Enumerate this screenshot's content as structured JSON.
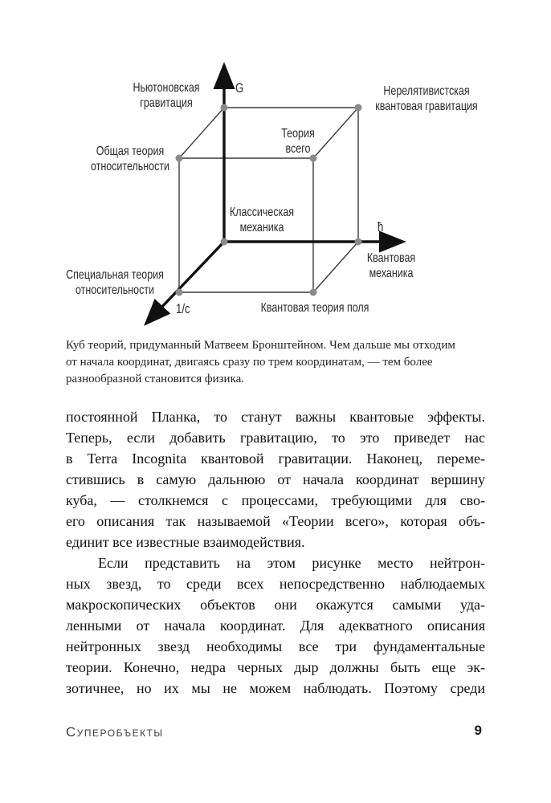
{
  "figure": {
    "axis_labels": {
      "g": "G",
      "hbar": "ħ",
      "inv_c": "1/c"
    },
    "vertex_labels": {
      "newton": {
        "line1": "Ньютоновская",
        "line2": "гравитация"
      },
      "nonrel_qg": {
        "line1": "Нерелятивистская",
        "line2": "квантовая гравитация"
      },
      "general_relativity": {
        "line1": "Общая теория",
        "line2": "относительности"
      },
      "theory_of_everything": {
        "line1": "Теория",
        "line2": "всего"
      },
      "classical_mechanics": {
        "line1": "Классическая",
        "line2": "механика"
      },
      "quantum_mechanics": {
        "line1": "Квантовая",
        "line2": "механика"
      },
      "special_relativity": {
        "line1": "Специальная теория",
        "line2": "относительности"
      },
      "quantum_field_theory": {
        "line1": "Квантовая теория поля"
      }
    },
    "colors": {
      "dot": "#8a8a8a",
      "edge": "#3a3a3a",
      "axis": "#111111"
    }
  },
  "caption": {
    "line1": "Куб теорий, придуманный Матвеем Бронштейном. Чем дальше мы отходим",
    "line2": "от начала координат, двигаясь сразу по трем координатам, — тем более",
    "line3": "разнообразной становится физика."
  },
  "body": {
    "lines": [
      "постоянной Планка, то станут важны квантовые эффекты.",
      "Теперь, если добавить гравитацию, то это приведет нас",
      "в Terra Incognita квантовой гравитации. Наконец, переме-",
      "стившись в самую дальнюю от начала координат вершину",
      "куба, — столкнемся с процессами, требующими для сво-",
      "его описания так называемой «Теории всего», которая объ-",
      "единит все известные взаимодействия.",
      "Если представить на этом рисунке место нейтрон-",
      "ных звезд, то среди всех непосредственно наблюдаемых",
      "макроскопических объектов они окажутся самыми уда-",
      "ленными от начала координат. Для адекватного описания",
      "нейтронных звезд необходимы все три фундаментальные",
      "теории. Конечно, недра черных дыр должны быть еще эк-",
      "зотичнее, но их мы не можем наблюдать. Поэтому среди"
    ]
  },
  "footer": {
    "book_title": "Суперобъекты",
    "page_number": "9"
  }
}
